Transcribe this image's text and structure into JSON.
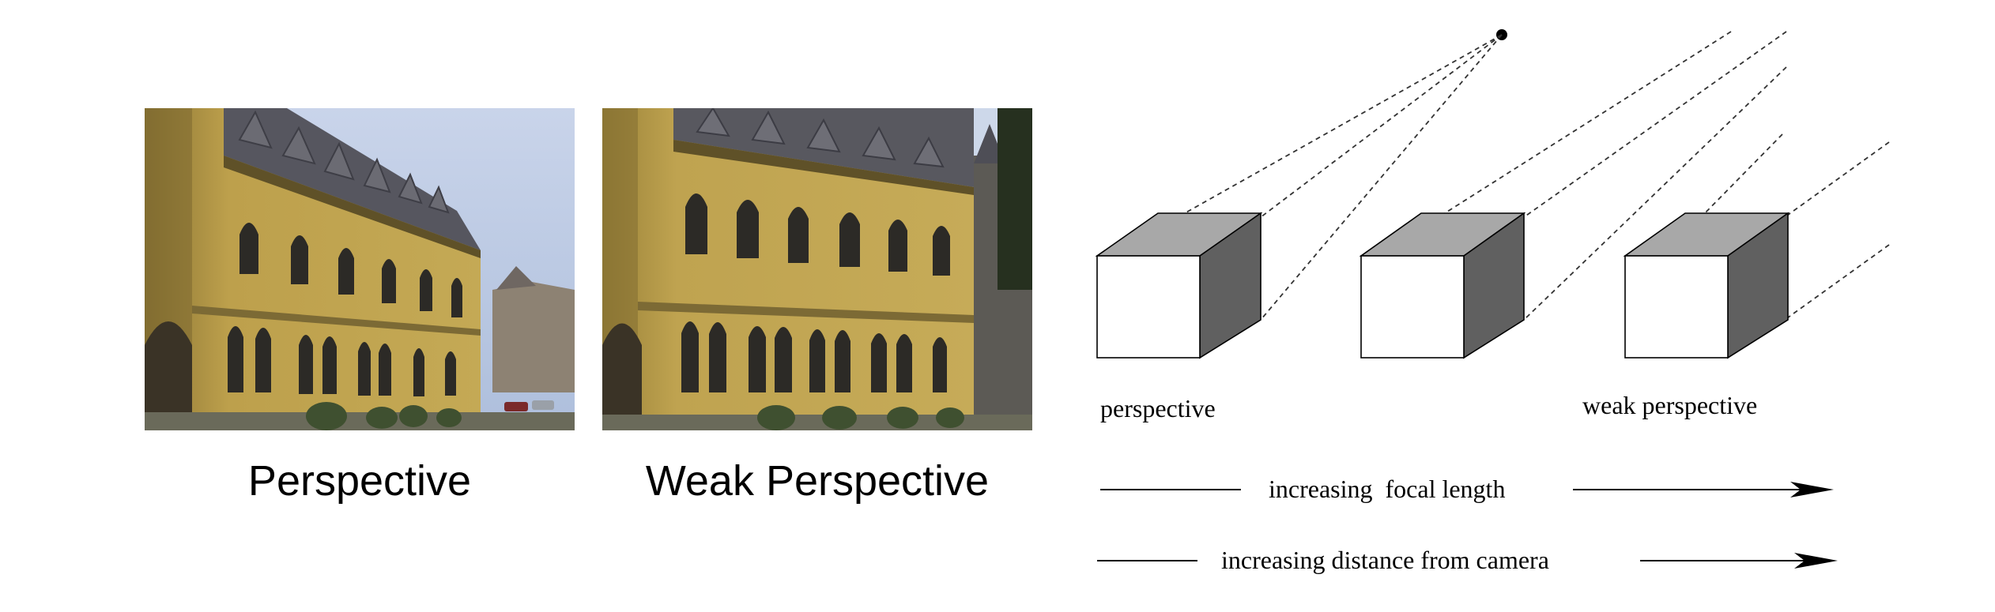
{
  "figure": {
    "photos": [
      {
        "caption": "Perspective"
      },
      {
        "caption": "Weak Perspective"
      }
    ],
    "diagram": {
      "label_left": "perspective",
      "label_right": "weak perspective",
      "arrow_top_label": "increasing  focal length",
      "arrow_bottom_label": "increasing distance from camera"
    }
  },
  "colors": {
    "sky": "#b7c6e0",
    "facade": "#b89b48",
    "roof": "#55555e",
    "cube_top": "#a8a8a8",
    "cube_side": "#606060"
  }
}
